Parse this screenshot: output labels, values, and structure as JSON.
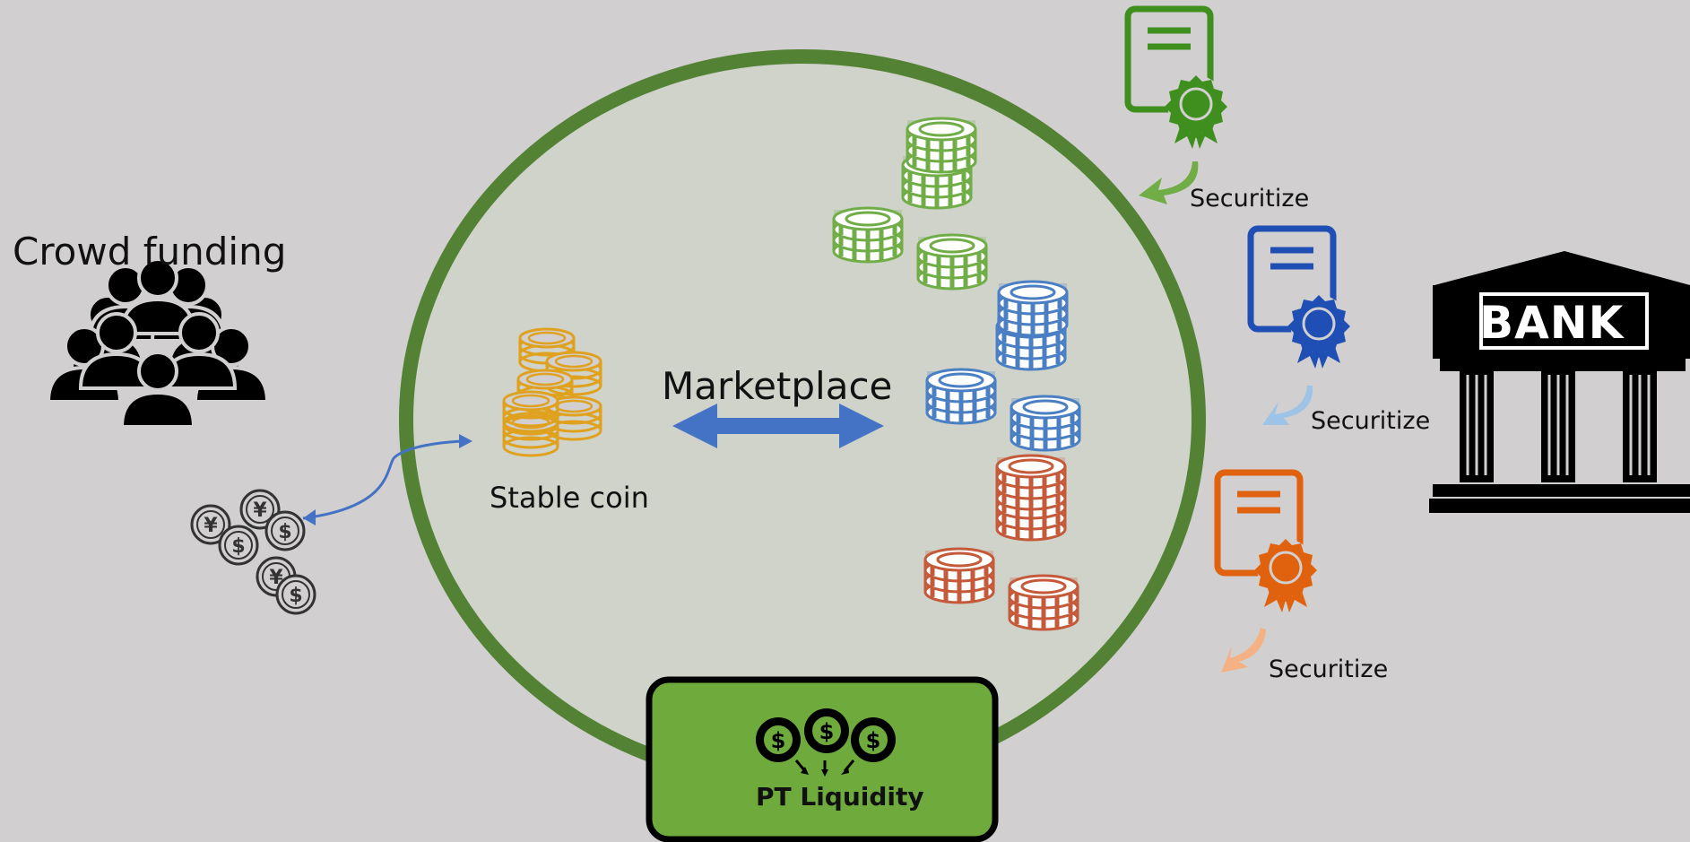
{
  "crowd": {
    "title": "Crowd funding",
    "icon": "crowd-people-icon",
    "money_icon": "yen-dollar-coins-icon"
  },
  "marketplace": {
    "label": "Marketplace",
    "icon": "double-arrow-icon",
    "circle_color": "#548235",
    "fill_color": "#cfd3ca"
  },
  "stable_coin": {
    "label": "Stable coin",
    "icon": "gold-coin-stack-icon",
    "color": "#e0a21e"
  },
  "token_stacks": [
    {
      "name": "green-token-stack-icon",
      "color": "#70ad47"
    },
    {
      "name": "blue-token-stack-icon",
      "color": "#4a7fc4"
    },
    {
      "name": "orange-token-stack-icon",
      "color": "#c55a3a"
    }
  ],
  "certificates": [
    {
      "label": "Securitize",
      "color": "#3f8f1f",
      "arrow_color": "#70ad47"
    },
    {
      "label": "Securitize",
      "color": "#1f4fb4",
      "arrow_color": "#9dc3e6"
    },
    {
      "label": "Securitize",
      "color": "#e0620f",
      "arrow_color": "#f4b183"
    }
  ],
  "bank": {
    "label": "BANK",
    "icon": "bank-building-icon"
  },
  "liquidity": {
    "label": "PT Liquidity",
    "icon": "dollar-coins-merge-icon",
    "box_color": "#6fab3c"
  }
}
